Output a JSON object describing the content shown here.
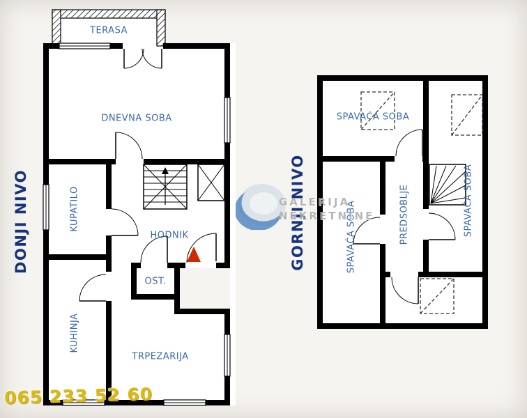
{
  "watermark": {
    "line1": "GALERIJA",
    "line2": "NEKRETNINE"
  },
  "phone": "065 233 52 60",
  "lower_level": {
    "title": "DONJI NIVO",
    "rooms": {
      "terasa": "TERASA",
      "dnevna_soba": "DNEVNA SOBA",
      "kupatilo": "KUPATILO",
      "hodnik": "HODNIK",
      "ostava": "OST.",
      "kuhinja": "KUHINJA",
      "trpezarija": "TRPEZARIJA"
    }
  },
  "upper_level": {
    "title": "GORNJI NIVO",
    "rooms": {
      "spavaca_soba_top": "SPAVAĆA SOBA",
      "spavaca_soba_left": "SPAVAĆA SOBA",
      "predsoblje": "PREDSOBLJE",
      "spavaca_soba_right": "SPAVAĆA SOBA"
    }
  },
  "colors": {
    "room_label": "#3b68ac",
    "level_label": "#16337d",
    "wall": "#000000",
    "entrance_marker": "#cc2a00",
    "watermark_text": "#ababab",
    "watermark_logo": "#2f6fb7",
    "phone_text": "#ddb90e",
    "background": "#f6f4f0"
  },
  "icons": [
    "terrace-hatched-wall",
    "window-icon",
    "door-icon",
    "double-door-icon",
    "stairs-icon",
    "winder-stairs-icon",
    "shaft-icon",
    "roof-window-icon",
    "entrance-arrow-icon",
    "watermark-logo-icon"
  ]
}
